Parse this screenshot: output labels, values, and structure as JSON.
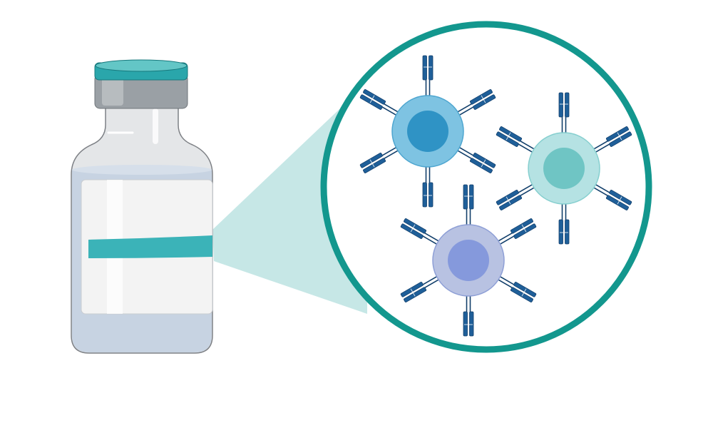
{
  "colors": {
    "background": "#ffffff",
    "zoom_ring": "#13978e",
    "zoom_beam": "#c6e7e6",
    "cap_top": "#2aa6ab",
    "cap_band": "#63c6c6",
    "neck_collar": "#9aa0a5",
    "glass": "#e4e6e8",
    "liquid": "#c7d3e2",
    "label": "#f3f3f3",
    "label_stripe": "#3bb3b8",
    "antibody": "#1f5f99",
    "antibody_dark": "#123f6b"
  },
  "illustration": {
    "vial": {
      "icon": "vial-icon"
    },
    "magnifier": {
      "icon": "zoom-circle-icon"
    },
    "cells": [
      {
        "name": "cell-blue",
        "icon": "cell-with-antibodies-icon",
        "membrane": "#7ec3e2",
        "nucleus": "#2f93c5",
        "outline": "#4ea6d0",
        "antibodies": 6
      },
      {
        "name": "cell-teal",
        "icon": "cell-with-antibodies-icon",
        "membrane": "#b5e2e3",
        "nucleus": "#6fc5c4",
        "outline": "#86cfcf",
        "antibodies": 6
      },
      {
        "name": "cell-violet",
        "icon": "cell-with-antibodies-icon",
        "membrane": "#b8c2e2",
        "nucleus": "#8599dc",
        "outline": "#8e9fd6",
        "antibodies": 6
      }
    ]
  }
}
